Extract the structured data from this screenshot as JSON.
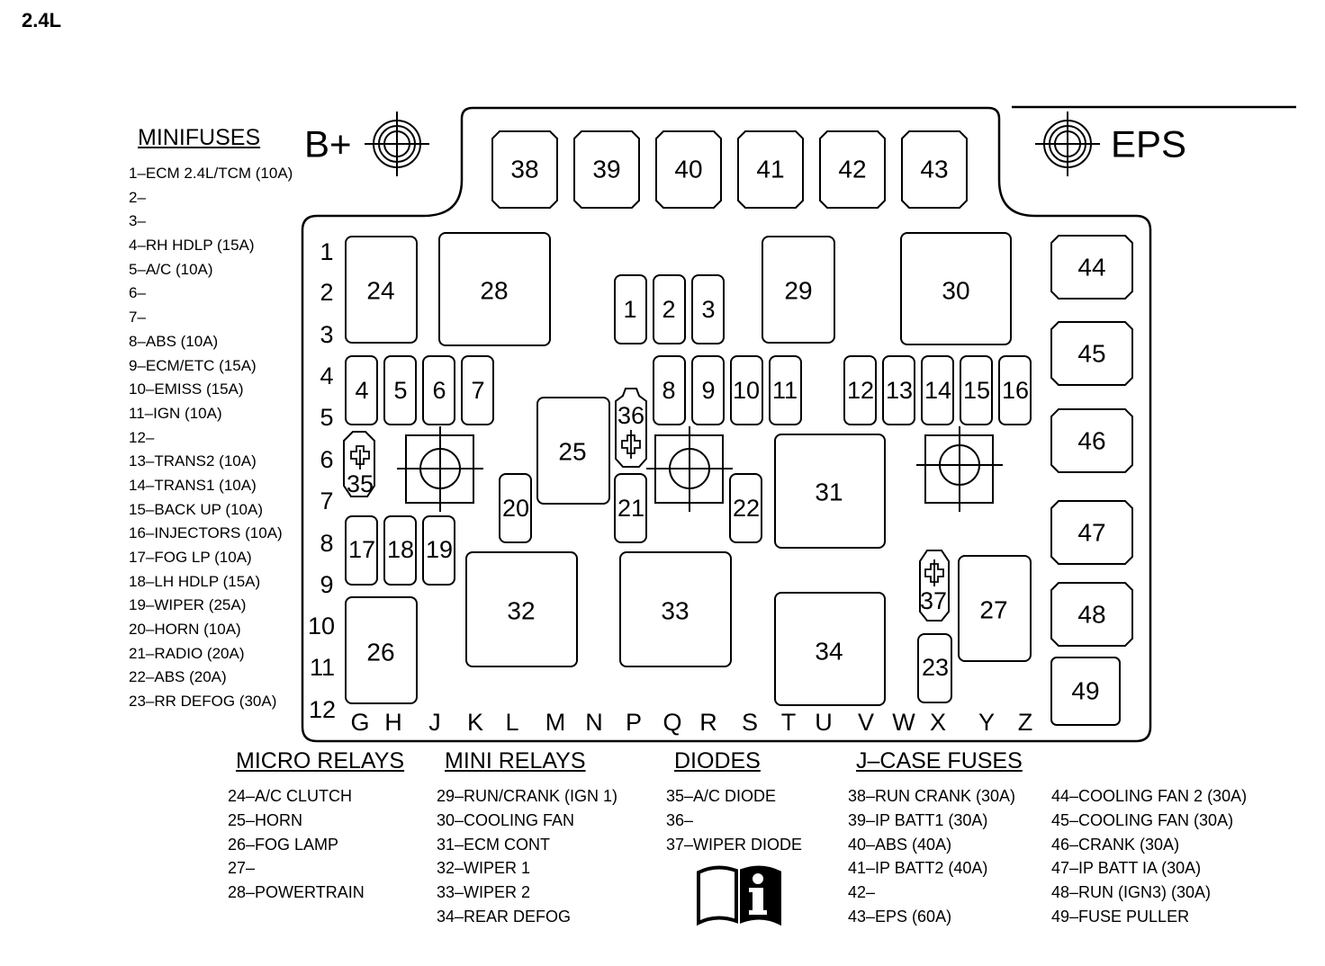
{
  "engine_label": "2.4L",
  "terminal_left": "B+",
  "terminal_right": "EPS",
  "minifuses": {
    "title": "MINIFUSES",
    "items": [
      "1–ECM 2.4L/TCM (10A)",
      "2–",
      "3–",
      "4–RH HDLP (15A)",
      "5–A/C (10A)",
      "6–",
      "7–",
      "8–ABS (10A)",
      "9–ECM/ETC (15A)",
      "10–EMISS (15A)",
      "11–IGN (10A)",
      "12–",
      "13–TRANS2 (10A)",
      "14–TRANS1 (10A)",
      "15–BACK UP (10A)",
      "16–INJECTORS (10A)",
      "17–FOG LP (10A)",
      "18–LH HDLP (15A)",
      "19–WIPER (25A)",
      "20–HORN (10A)",
      "21–RADIO (20A)",
      "22–ABS (20A)",
      "23–RR DEFOG (30A)"
    ]
  },
  "micro_relays": {
    "title": "MICRO RELAYS",
    "items": [
      "24–A/C CLUTCH",
      "25–HORN",
      "26–FOG LAMP",
      "27–",
      "28–POWERTRAIN"
    ]
  },
  "mini_relays": {
    "title": "MINI RELAYS",
    "items": [
      "29–RUN/CRANK (IGN 1)",
      "30–COOLING FAN",
      "31–ECM CONT",
      "32–WIPER 1",
      "33–WIPER 2",
      "34–REAR DEFOG"
    ]
  },
  "diodes": {
    "title": "DIODES",
    "items": [
      "35–A/C DIODE",
      "36–",
      "37–WIPER DIODE"
    ]
  },
  "jcase_fuses": {
    "title": "J–CASE FUSES",
    "items_col1": [
      "38–RUN CRANK (30A)",
      "39–IP BATT1 (30A)",
      "40–ABS (40A)",
      "41–IP BATT2 (40A)",
      "42–",
      "43–EPS (60A)"
    ],
    "items_col2": [
      "44–COOLING FAN 2 (30A)",
      "45–COOLING FAN (30A)",
      "46–CRANK (30A)",
      "47–IP BATT IA (30A)",
      "48–RUN (IGN3) (30A)",
      "49–FUSE PULLER"
    ]
  },
  "row_labels": [
    "1",
    "2",
    "3",
    "4",
    "5",
    "6",
    "7",
    "8",
    "9",
    "10",
    "11",
    "12"
  ],
  "col_labels": [
    "G",
    "H",
    "J",
    "K",
    "L",
    "M",
    "N",
    "P",
    "Q",
    "R",
    "S",
    "T",
    "U",
    "V",
    "W",
    "X",
    "Y",
    "Z"
  ],
  "components": {
    "c1": "1",
    "c2": "2",
    "c3": "3",
    "c4": "4",
    "c5": "5",
    "c6": "6",
    "c7": "7",
    "c8": "8",
    "c9": "9",
    "c10": "10",
    "c11": "11",
    "c12": "12",
    "c13": "13",
    "c14": "14",
    "c15": "15",
    "c16": "16",
    "c17": "17",
    "c18": "18",
    "c19": "19",
    "c20": "20",
    "c21": "21",
    "c22": "22",
    "c23": "23",
    "c24": "24",
    "c25": "25",
    "c26": "26",
    "c27": "27",
    "c28": "28",
    "c29": "29",
    "c30": "30",
    "c31": "31",
    "c32": "32",
    "c33": "33",
    "c34": "34",
    "c35": "35",
    "c36": "36",
    "c37": "37",
    "c38": "38",
    "c39": "39",
    "c40": "40",
    "c41": "41",
    "c42": "42",
    "c43": "43",
    "c44": "44",
    "c45": "45",
    "c46": "46",
    "c47": "47",
    "c48": "48",
    "c49": "49"
  }
}
